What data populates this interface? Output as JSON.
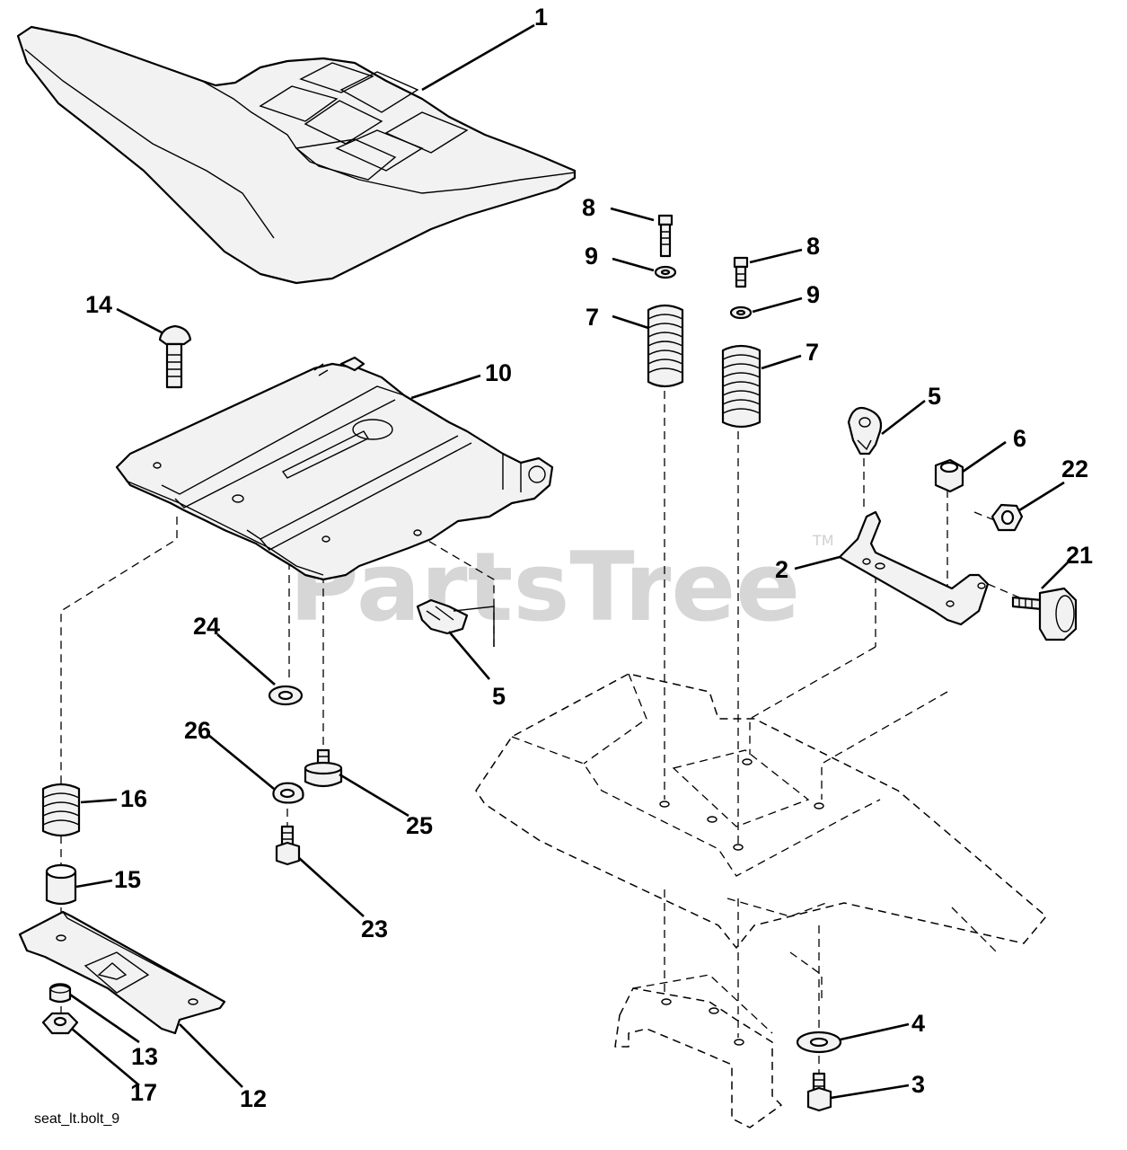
{
  "watermark": {
    "text": "PartsTree",
    "tm": "TM"
  },
  "figure_code": "seat_lt.bolt_9",
  "callouts": [
    {
      "id": "c1",
      "label": "1"
    },
    {
      "id": "c2",
      "label": "2"
    },
    {
      "id": "c3",
      "label": "3"
    },
    {
      "id": "c4",
      "label": "4"
    },
    {
      "id": "c5a",
      "label": "5"
    },
    {
      "id": "c5b",
      "label": "5"
    },
    {
      "id": "c6",
      "label": "6"
    },
    {
      "id": "c7a",
      "label": "7"
    },
    {
      "id": "c7b",
      "label": "7"
    },
    {
      "id": "c8a",
      "label": "8"
    },
    {
      "id": "c8b",
      "label": "8"
    },
    {
      "id": "c9a",
      "label": "9"
    },
    {
      "id": "c9b",
      "label": "9"
    },
    {
      "id": "c10",
      "label": "10"
    },
    {
      "id": "c12",
      "label": "12"
    },
    {
      "id": "c13",
      "label": "13"
    },
    {
      "id": "c14",
      "label": "14"
    },
    {
      "id": "c15",
      "label": "15"
    },
    {
      "id": "c16",
      "label": "16"
    },
    {
      "id": "c17",
      "label": "17"
    },
    {
      "id": "c21",
      "label": "21"
    },
    {
      "id": "c22",
      "label": "22"
    },
    {
      "id": "c23",
      "label": "23"
    },
    {
      "id": "c24",
      "label": "24"
    },
    {
      "id": "c25",
      "label": "25"
    },
    {
      "id": "c26",
      "label": "26"
    }
  ]
}
